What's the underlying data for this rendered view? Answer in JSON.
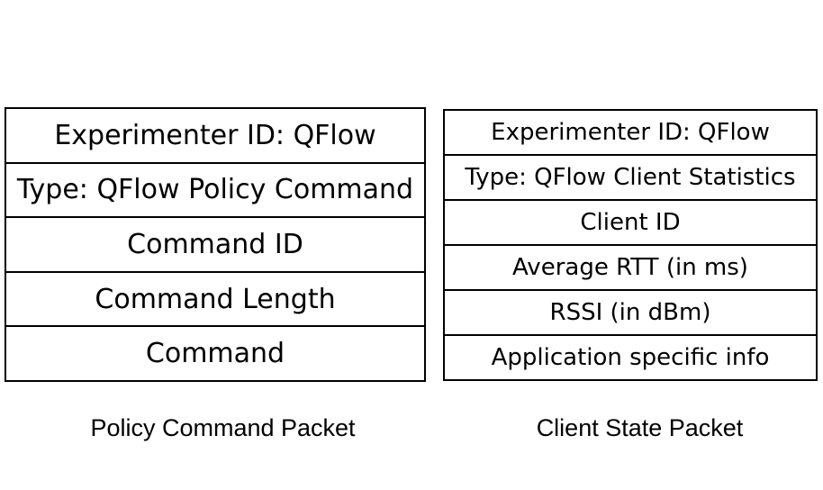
{
  "policy_packet": {
    "fields": [
      "Experimenter ID: QFlow",
      "Type: QFlow Policy Command",
      "Command ID",
      "Command Length",
      "Command"
    ],
    "caption": "Policy Command Packet"
  },
  "client_packet": {
    "fields": [
      "Experimenter ID: QFlow",
      "Type: QFlow Client Statistics",
      "Client ID",
      "Average RTT (in ms)",
      "RSSI (in dBm)",
      "Application specific info"
    ],
    "caption": "Client State Packet"
  },
  "colors": {
    "line": "#000000",
    "background": "#ffffff",
    "text": "#000000"
  }
}
